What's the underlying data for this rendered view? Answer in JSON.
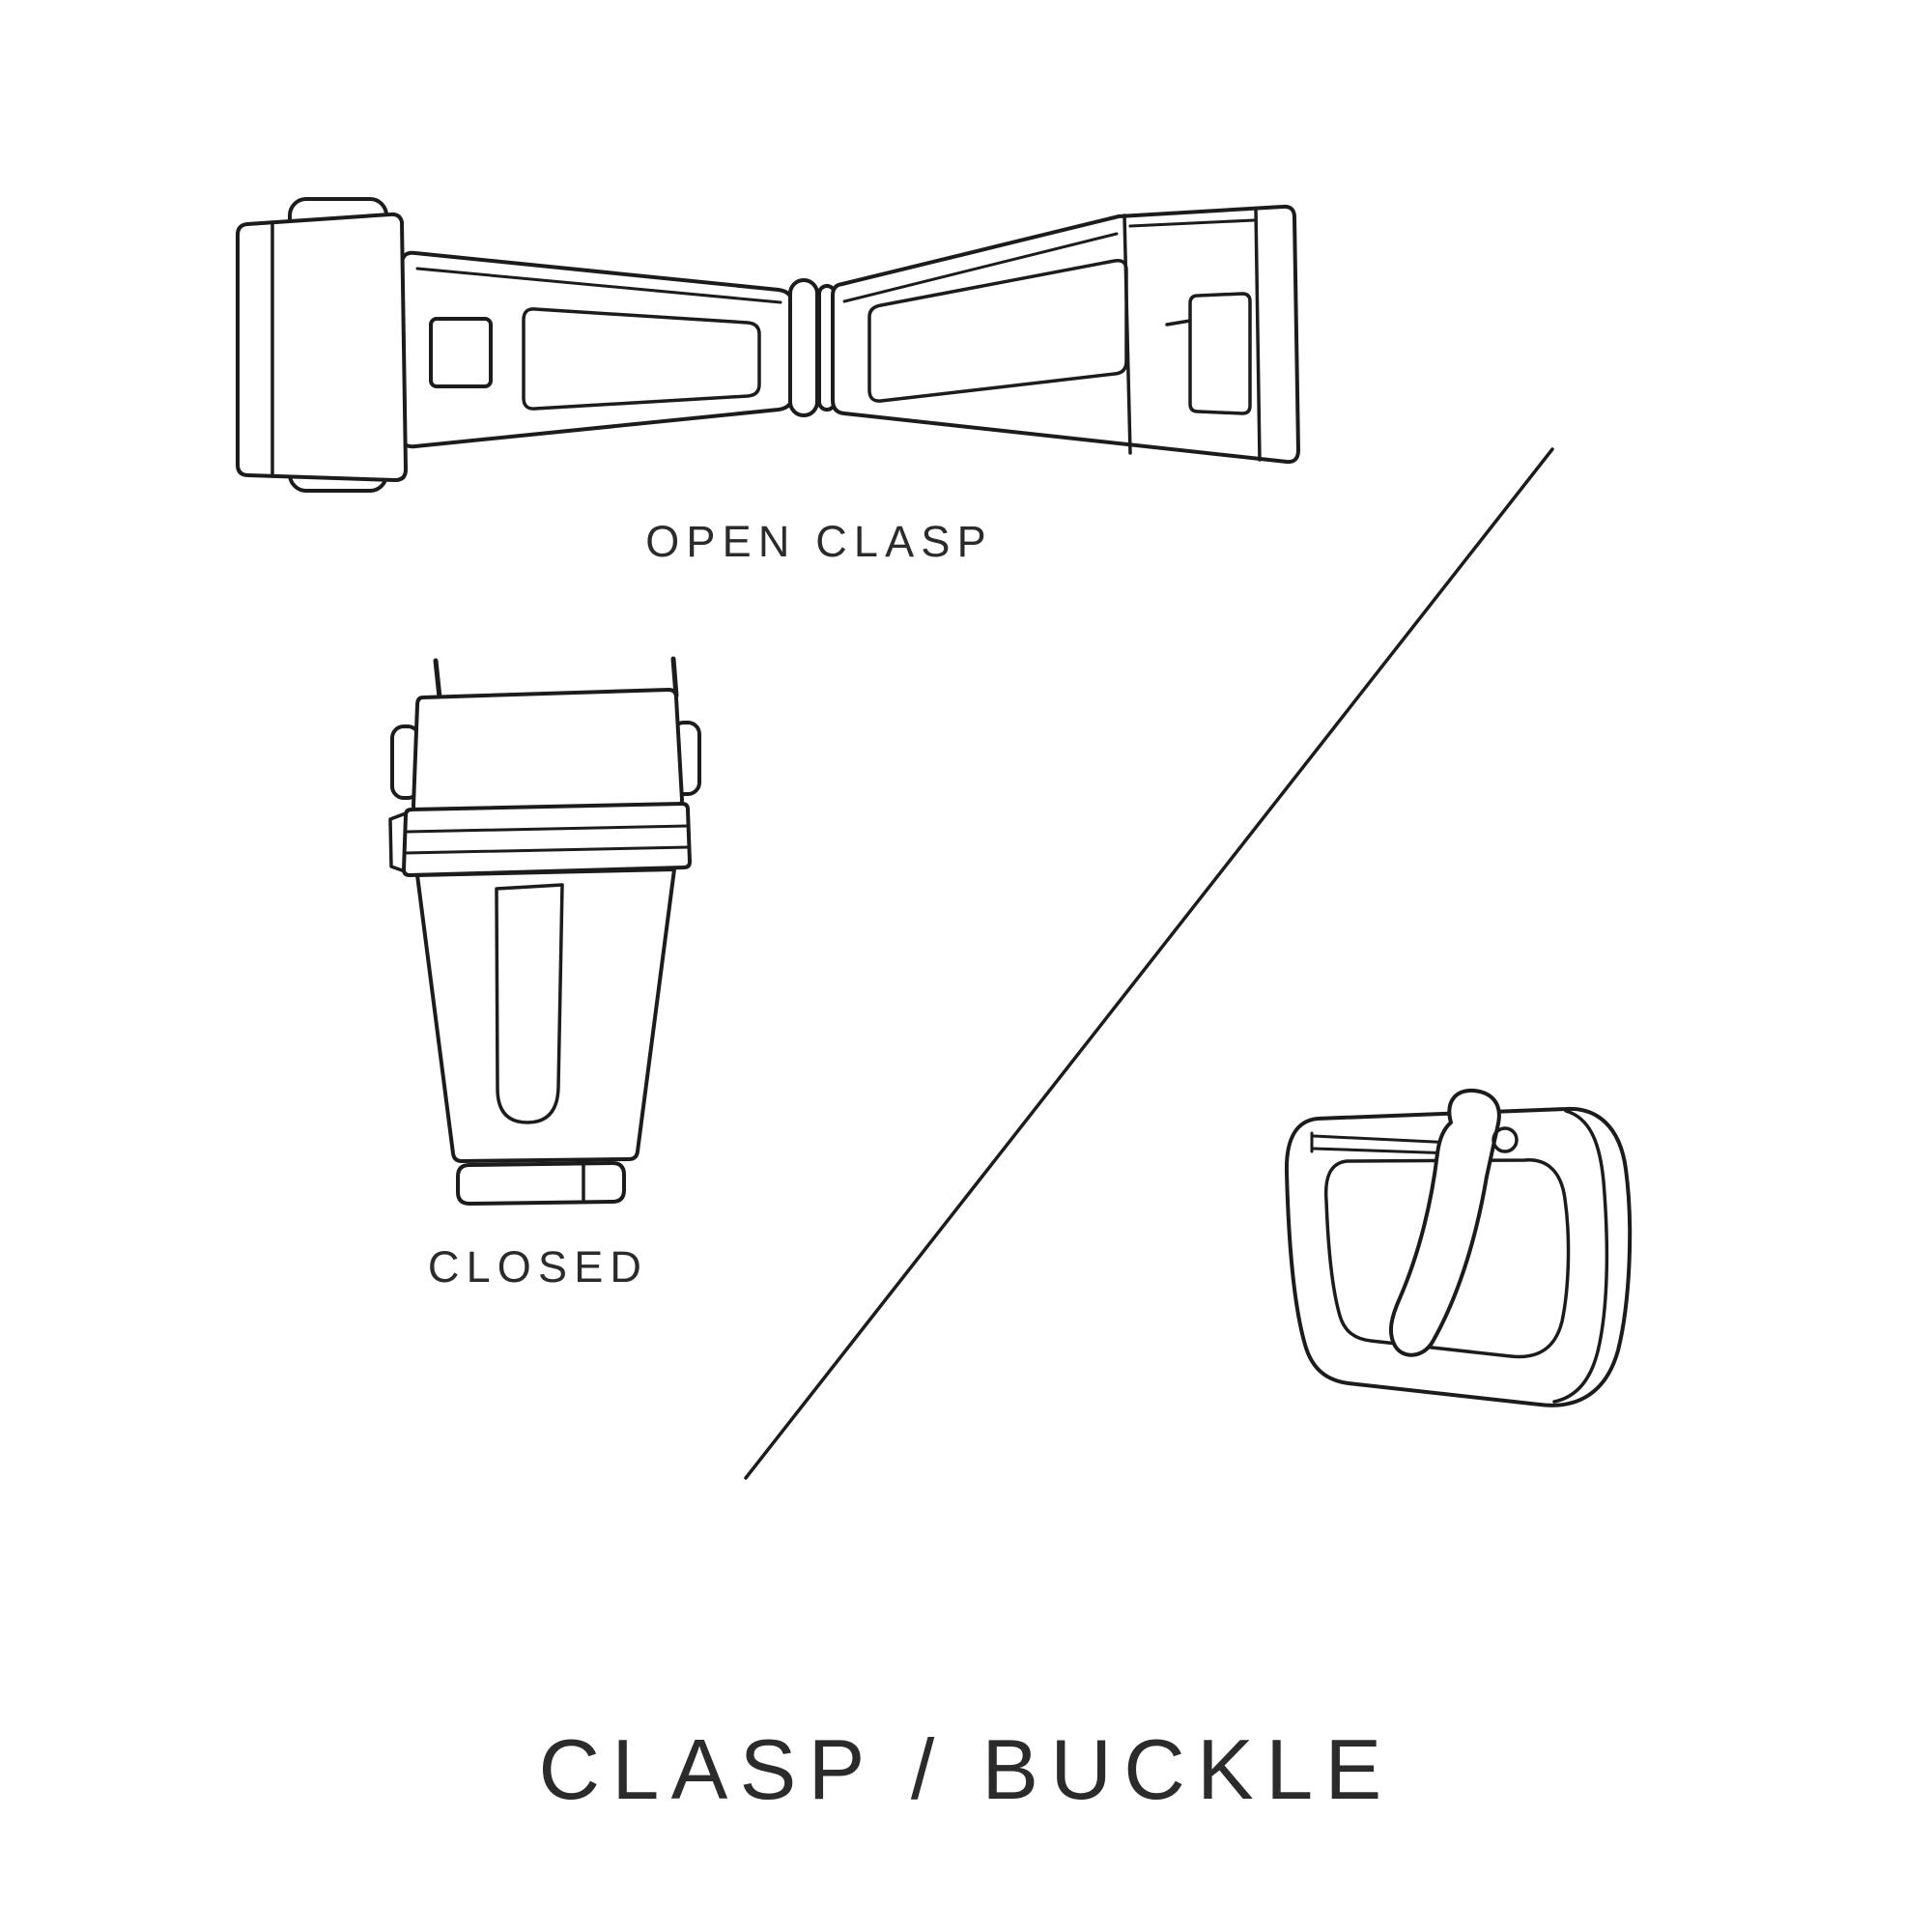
{
  "canvas": {
    "background": "#ffffff",
    "stroke_color": "#1c1c1c",
    "text_color": "#2b2b2b"
  },
  "labels": {
    "open_clasp": "OPEN CLASP",
    "closed": "CLOSED",
    "title": "CLASP / BUCKLE"
  },
  "figures": {
    "open_clasp": "open-deployant-clasp-line-drawing",
    "closed_clasp": "closed-deployant-clasp-line-drawing",
    "buckle": "tang-buckle-line-drawing",
    "divider": "diagonal-divider-line"
  }
}
